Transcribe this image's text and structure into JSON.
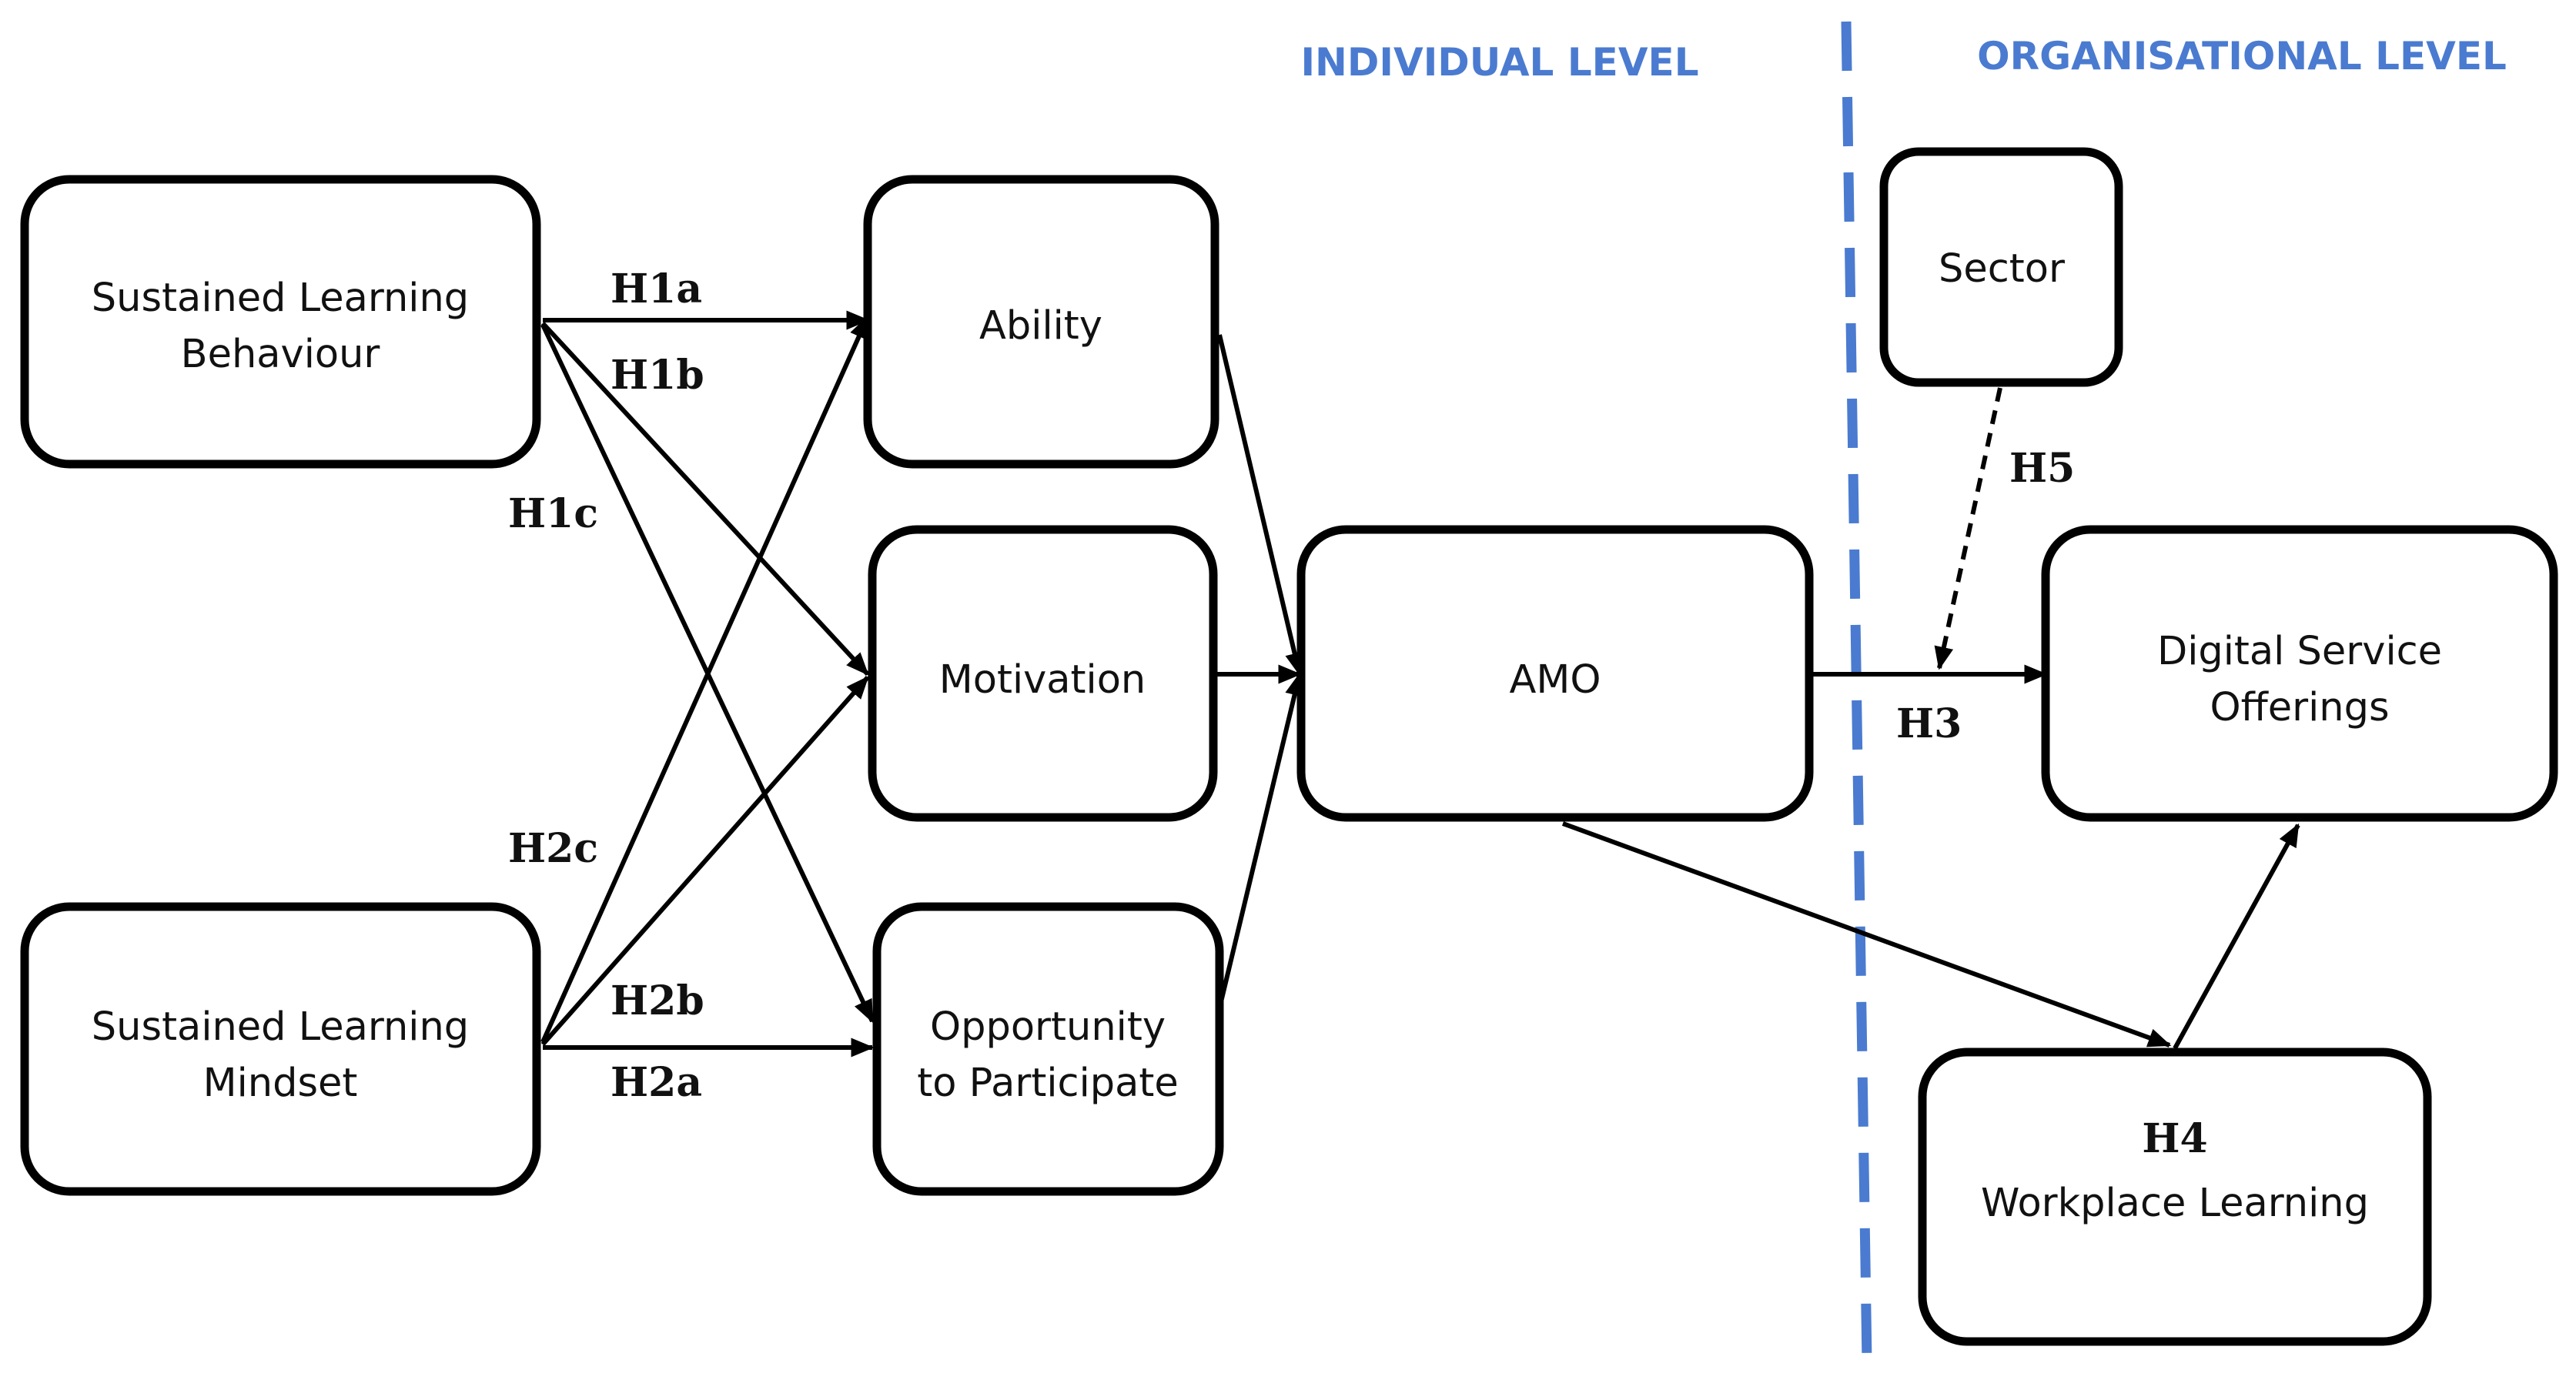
{
  "colors": {
    "level_label": "#4a7bd0",
    "divider": "#4a7bd0",
    "box_border": "#000000",
    "arrow": "#000000"
  },
  "levels": {
    "individual": "INDIVIDUAL LEVEL",
    "organisational": "ORGANISATIONAL LEVEL"
  },
  "nodes": {
    "slb": {
      "line1": "Sustained Learning",
      "line2": "Behaviour"
    },
    "slm": {
      "line1": "Sustained Learning",
      "line2": "Mindset"
    },
    "ability": {
      "label": "Ability"
    },
    "motivation": {
      "label": "Motivation"
    },
    "opportunity": {
      "line1": "Opportunity",
      "line2": "to Participate"
    },
    "amo": {
      "label": "AMO"
    },
    "sector": {
      "label": "Sector"
    },
    "dso": {
      "line1": "Digital Service",
      "line2": "Offerings"
    },
    "workplace": {
      "hyp": "H4",
      "label": "Workplace Learning"
    }
  },
  "hypotheses": {
    "h1a": "H1a",
    "h1b": "H1b",
    "h1c": "H1c",
    "h2a": "H2a",
    "h2b": "H2b",
    "h2c": "H2c",
    "h3": "H3",
    "h5": "H5"
  }
}
